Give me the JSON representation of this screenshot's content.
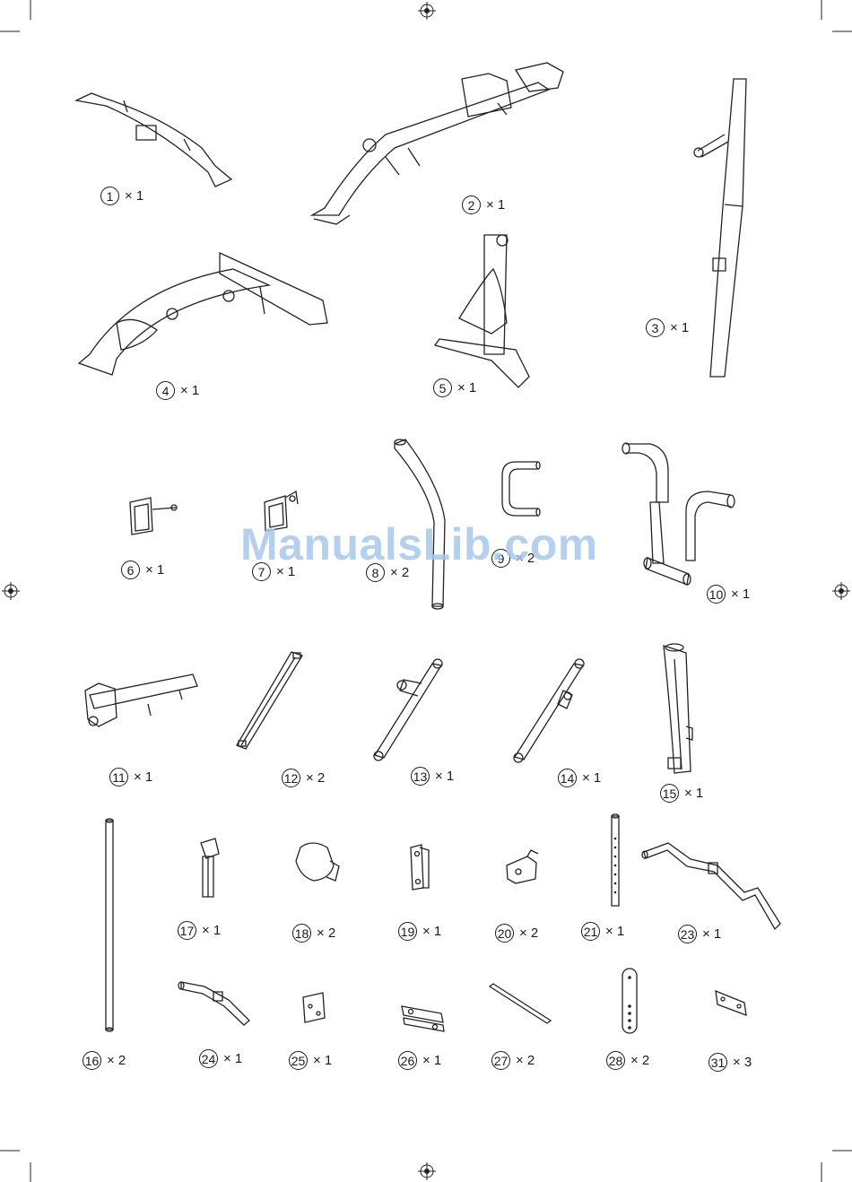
{
  "watermark": "ManualsLib.com",
  "parts": [
    {
      "number": "1",
      "quantity": "× 1"
    },
    {
      "number": "2",
      "quantity": "× 1"
    },
    {
      "number": "3",
      "quantity": "× 1"
    },
    {
      "number": "4",
      "quantity": "× 1"
    },
    {
      "number": "5",
      "quantity": "× 1"
    },
    {
      "number": "6",
      "quantity": "× 1"
    },
    {
      "number": "7",
      "quantity": "× 1"
    },
    {
      "number": "8",
      "quantity": "× 2"
    },
    {
      "number": "9",
      "quantity": "× 2"
    },
    {
      "number": "10",
      "quantity": "× 1"
    },
    {
      "number": "11",
      "quantity": "× 1"
    },
    {
      "number": "12",
      "quantity": "× 2"
    },
    {
      "number": "13",
      "quantity": "× 1"
    },
    {
      "number": "14",
      "quantity": "× 1"
    },
    {
      "number": "15",
      "quantity": "× 1"
    },
    {
      "number": "16",
      "quantity": "× 2"
    },
    {
      "number": "17",
      "quantity": "× 1"
    },
    {
      "number": "18",
      "quantity": "× 2"
    },
    {
      "number": "19",
      "quantity": "× 1"
    },
    {
      "number": "20",
      "quantity": "× 2"
    },
    {
      "number": "21",
      "quantity": "× 1"
    },
    {
      "number": "23",
      "quantity": "× 1"
    },
    {
      "number": "24",
      "quantity": "× 1"
    },
    {
      "number": "25",
      "quantity": "× 1"
    },
    {
      "number": "26",
      "quantity": "× 1"
    },
    {
      "number": "27",
      "quantity": "× 2"
    },
    {
      "number": "28",
      "quantity": "× 2"
    },
    {
      "number": "31",
      "quantity": "× 3"
    }
  ]
}
